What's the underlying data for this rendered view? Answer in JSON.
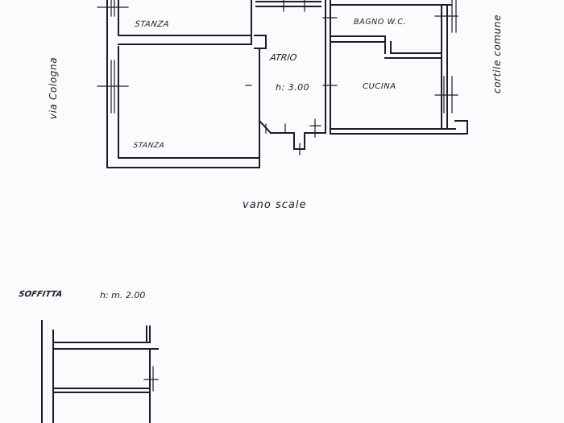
{
  "plan": {
    "rooms": {
      "stanza_top": "STANZA",
      "stanza_bottom": "STANZA",
      "atrio": "ATRIO",
      "atrio_height": "h: 3.00",
      "bagno": "BAGNO W.C.",
      "cucina": "CUCINA"
    },
    "surroundings": {
      "via": "via Cologna",
      "cortile": "cortile comune",
      "vano_scale": "vano scale"
    }
  },
  "soffitta": {
    "title": "SOFFITTA",
    "height": "h: m. 2.00"
  },
  "colors": {
    "background": "#fbfbfd",
    "wall": "#1c1c22"
  }
}
